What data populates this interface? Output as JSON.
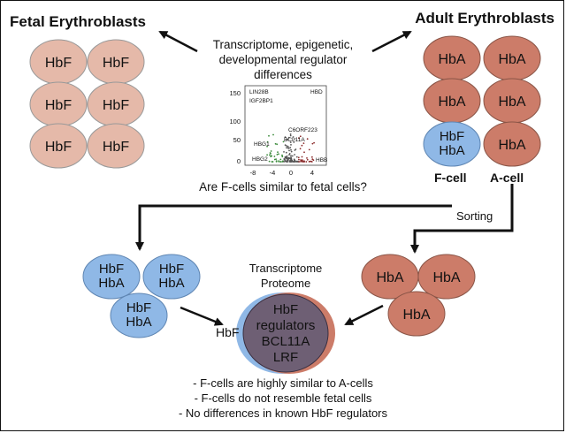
{
  "title_left": "Fetal Erythroblasts",
  "title_right": "Adult Erythroblasts",
  "center_text": [
    "Transcriptome, epigenetic,",
    "developmental regulator",
    "differences"
  ],
  "question": "Are F-cells similar to fetal cells?",
  "fetal_cells": [
    "HbF",
    "HbF",
    "HbF",
    "HbF",
    "HbF",
    "HbF"
  ],
  "adult_cells": [
    "HbA",
    "HbA",
    "HbA",
    "HbA",
    "HbF\nHbA",
    "HbA"
  ],
  "fcell_label": "F-cell",
  "acell_label": "A-cell",
  "sorting_label": "Sorting",
  "sorted_f_cells": [
    "HbF\nHbA",
    "HbF\nHbA",
    "HbF\nHbA"
  ],
  "sorted_a_cells": [
    "HbA",
    "HbA",
    "HbA"
  ],
  "center_bottom_labels": [
    "Transcriptome",
    "Proteome"
  ],
  "overlap_left_label": "HbF",
  "overlap_inner_text": [
    "HbF",
    "regulators",
    "BCL11A",
    "LRF"
  ],
  "conclusions": [
    "- F-cells are highly similar to A-cells",
    "- F-cells do not resemble fetal cells",
    "- No differences in known HbF regulators"
  ],
  "volcano": {
    "y_ticks": [
      "150",
      "100",
      "50",
      "0"
    ],
    "x_ticks": [
      "-8",
      "-4",
      "0",
      "4"
    ],
    "gene_labels": [
      "LIN28B",
      "IGF2BP1",
      "HBD",
      "C6ORF223",
      "BCL11A",
      "HBG1",
      "HBG2",
      "HBB"
    ]
  },
  "colors": {
    "fetal_fill": "#e5b9a9",
    "adult_fill": "#cc7c69",
    "fcell_fill": "#8fb8e6",
    "overlap_fill": "#6e5f74",
    "arrow": "#111111"
  }
}
